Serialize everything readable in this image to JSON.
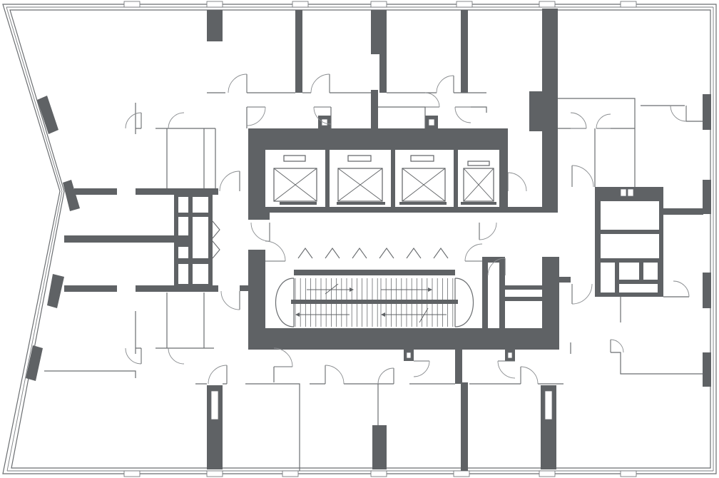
{
  "diagram": {
    "type": "architectural-floor-plan",
    "colors": {
      "background": "#ffffff",
      "structure": "#5f6265",
      "lines": "#6a6d70"
    },
    "elements": {
      "elevators": 4,
      "stairs": 1,
      "doors": 26,
      "facade_columns": 12
    }
  }
}
